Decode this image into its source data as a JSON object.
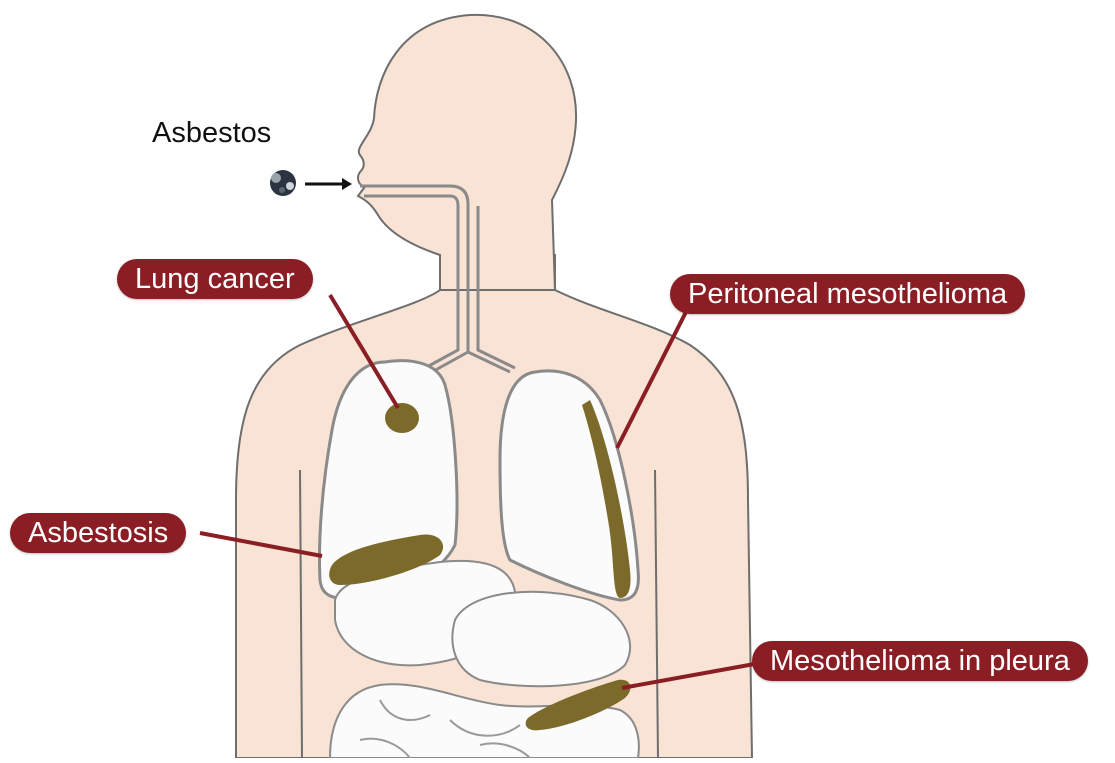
{
  "diagram": {
    "source_label": "Asbestos",
    "labels": {
      "lung_cancer": "Lung cancer",
      "peritoneal_mesothelioma": "Peritoneal mesothelioma",
      "asbestosis": "Asbestosis",
      "mesothelioma_pleura": "Mesothelioma in pleura"
    },
    "colors": {
      "skin": "#f8e3d4",
      "outline": "#6e6e6e",
      "organ_fill": "#fbfbfb",
      "lesion": "#7b6a2a",
      "label_bg": "#8b1e24",
      "label_text": "#ffffff",
      "airway_fill": "#ffffff"
    }
  }
}
